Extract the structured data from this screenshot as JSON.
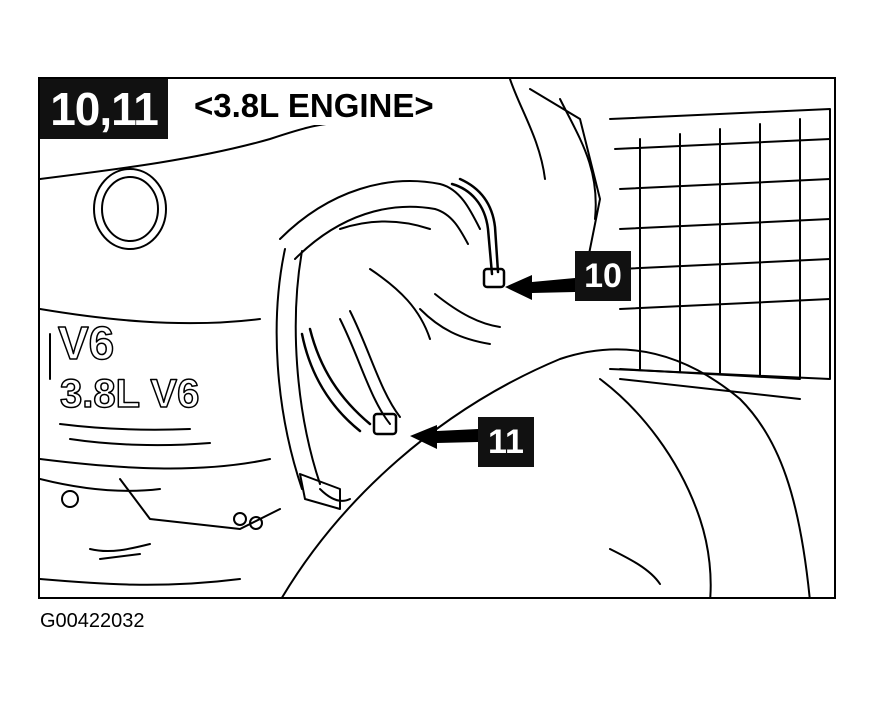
{
  "figure": {
    "panel_label": "10,11",
    "engine_label": "<3.8L ENGINE>",
    "engine_marking_line1": "V6",
    "engine_marking_line2": "3.8L V6",
    "callouts": [
      {
        "id": "10",
        "label": "10"
      },
      {
        "id": "11",
        "label": "11"
      }
    ],
    "figure_code": "G00422032"
  },
  "colors": {
    "ink": "#000000",
    "badge_bg": "#111111",
    "paper": "#ffffff"
  }
}
